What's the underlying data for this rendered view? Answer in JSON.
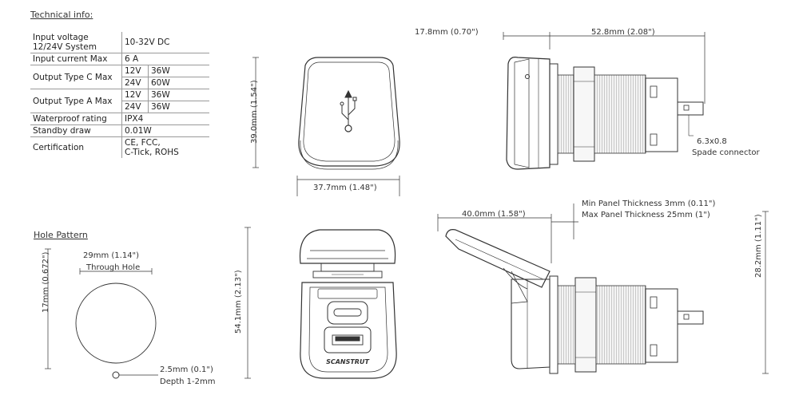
{
  "technical": {
    "title": "Technical info:",
    "rows": [
      {
        "label": "Input voltage\n12/24V System",
        "value": "10-32V DC"
      },
      {
        "label": "Input current Max",
        "value": "6 A"
      },
      {
        "label": "Output Type C Max",
        "sub": [
          [
            "12V",
            "36W"
          ],
          [
            "24V",
            "60W"
          ]
        ]
      },
      {
        "label": "Output Type A Max",
        "sub": [
          [
            "12V",
            "36W"
          ],
          [
            "24V",
            "36W"
          ]
        ]
      },
      {
        "label": "Waterproof rating",
        "value": "IPX4"
      },
      {
        "label": "Standby draw",
        "value": "0.01W"
      },
      {
        "label": "Certification",
        "value": "CE, FCC,\nC-Tick, ROHS"
      }
    ]
  },
  "hole": {
    "title": "Hole Pattern",
    "diameter": "29mm (1.14\")",
    "through": "Through Hole",
    "height": "17mm (0.672\")",
    "small_hole": "2.5mm (0.1\")",
    "depth": "Depth 1-2mm"
  },
  "front_closed": {
    "height": "39.0mm (1.54\")",
    "width": "37.7mm (1.48\")",
    "icon": "usb-icon"
  },
  "front_open": {
    "height": "54.1mm (2.13\")",
    "brand": "SCANSTRUT"
  },
  "side_closed": {
    "left_dim": "17.8mm (0.70\")",
    "right_dim": "52.8mm (2.08\")",
    "connector1": "6.3x0.8",
    "connector2": "Spade connector"
  },
  "side_open": {
    "left_dim": "40.0mm (1.58\")",
    "panel_min": "Min Panel Thickness 3mm (0.11\")",
    "panel_max": "Max Panel Thickness 25mm (1\")",
    "height": "28.2mm (1.11\")"
  }
}
